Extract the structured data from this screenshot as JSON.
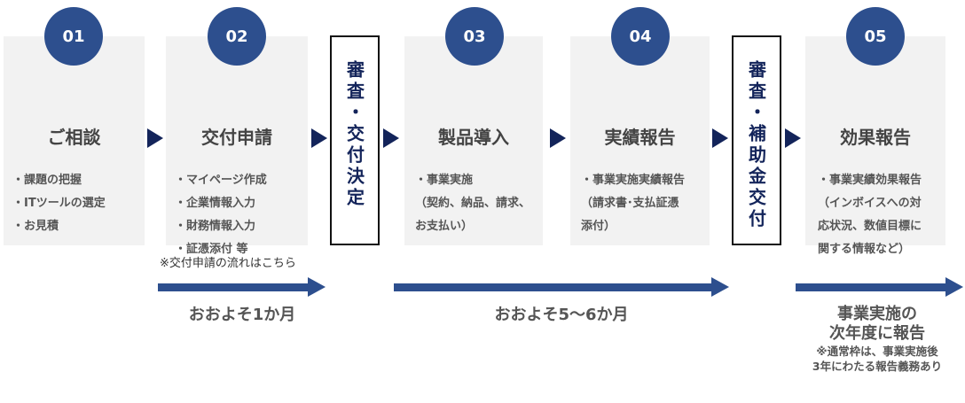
{
  "steps": [
    {
      "num": "01",
      "title": "ご相談",
      "bullets": [
        "・課題の把握",
        "・ITツールの選定",
        "・お見積"
      ]
    },
    {
      "num": "02",
      "title": "交付申請",
      "bullets": [
        "・マイページ作成",
        "・企業情報入力",
        "・財務情報入力",
        "・証憑添付 等"
      ]
    },
    {
      "num": "03",
      "title": "製品導入",
      "bullets": [
        "・事業実施",
        "（契約、納品、請求、",
        "お支払い）"
      ]
    },
    {
      "num": "04",
      "title": "実績報告",
      "bullets": [
        "・事業実施実績報告",
        "（請求書･支払証憑",
        "添付）"
      ]
    },
    {
      "num": "05",
      "title": "効果報告",
      "bullets": [
        "・事業実績効果報告",
        "（インボイスへの対",
        "応状況、数値目標に",
        "関する情報など）"
      ]
    }
  ],
  "review1": "審査・交付決定",
  "review2": "審査・補助金交付",
  "application_note": "※交付申請の流れはこちら",
  "durations": {
    "first": "おおよそ1か月",
    "second": "おおよそ5〜6か月",
    "third_line1": "事業実施の",
    "third_line2": "次年度に報告",
    "note_line1": "※通常枠は、事業実施後",
    "note_line2": "3年にわたる報告義務あり"
  },
  "colors": {
    "circle": "#2d4f8e",
    "navy": "#13245a",
    "card": "#f2f2f2"
  }
}
